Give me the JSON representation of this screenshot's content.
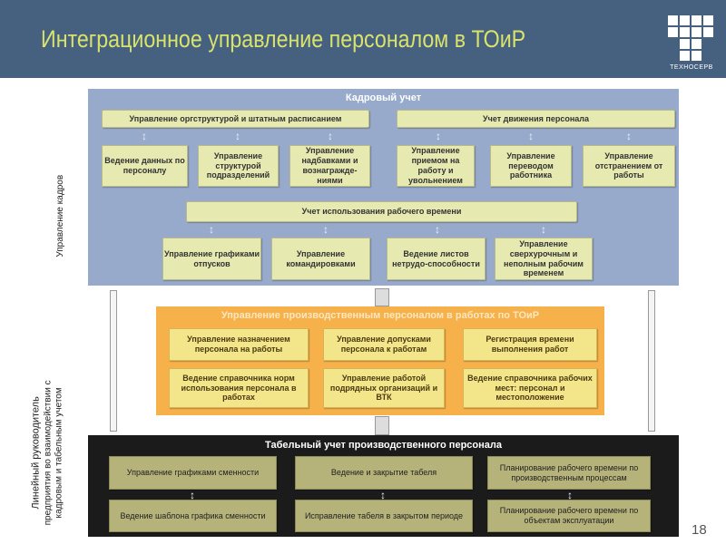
{
  "header": {
    "title": "Интеграционное управление персоналом в ТОиР",
    "logo_text": "ТЕХНОСЕРВ"
  },
  "side_labels": {
    "hr": "Управление кадров",
    "line_manager": [
      "Линейный руководитель",
      "предприятия во взаимодействии с",
      "кадровым и табельным учетом"
    ]
  },
  "hr_panel": {
    "title": "Кадровый учет",
    "bar_left": "Управление оргструктурой и штатным расписанием",
    "bar_right": "Учет движения персонала",
    "row2": [
      "Ведение данных по персоналу",
      "Управление структурой подразделений",
      "Управление надбавками и вознагражде-ниями",
      "Управление приемом на работу и увольнением",
      "Управление переводом работника",
      "Управление отстранением от работы"
    ],
    "bar_time": "Учет использования рабочего времени",
    "row4": [
      "Управление графиками отпусков",
      "Управление командировками",
      "Ведение листов нетрудо-способности",
      "Управление сверхурочным и неполным рабочим временем"
    ]
  },
  "prod_panel": {
    "title": "Управление производственным персоналом в работах по ТОиР",
    "boxes": [
      "Управление назначением персонала на работы",
      "Управление допусками персонала к работам",
      "Регистрация времени выполнения работ",
      "Ведение справочника норм использования персонала в работах",
      "Управление работой подрядных организаций и ВТК",
      "Ведение справочника рабочих мест: персонал и местоположение"
    ]
  },
  "time_panel": {
    "title": "Табельный учет производственного персонала",
    "boxes": [
      "Управление графиками сменности",
      "Ведение и закрытие табеля",
      "Планирование рабочего времени по производственным процессам",
      "Ведение шаблона графика сменности",
      "Исправление табеля в закрытом периоде",
      "Планирование рабочего времени по объектам эксплуатации"
    ]
  },
  "page_number": "18"
}
